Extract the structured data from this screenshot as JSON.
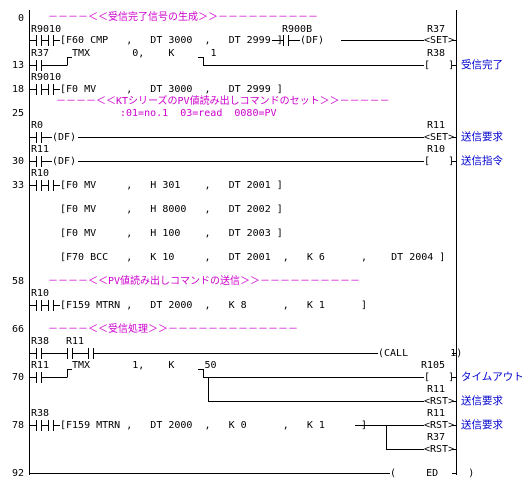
{
  "colors": {
    "comment": "#cc00cc",
    "label": "#0000cc",
    "line": "#000000",
    "background": "#ffffff"
  },
  "steps": [
    "0",
    "13",
    "18",
    "25",
    "30",
    "33",
    "58",
    "66",
    "70",
    "78",
    "92"
  ],
  "comments": {
    "c1": "－－－－＜＜受信完了信号の生成＞＞－－－－－－－－－－",
    "c2": "－－－－＜＜KTシリーズのPV値読み出しコマンドのセット＞＞－－－－－",
    "c2b": ":01=no.1  03=read  0080=PV",
    "c3": "－－－－＜＜PV値読み出しコマンドの送信＞＞－－－－－－－－－－",
    "c4": "－－－－＜＜受信処理＞＞－－－－－－－－－－－－－"
  },
  "contacts": {
    "r9010_a": "R9010",
    "r37_a": "R37",
    "r9010_b": "R9010",
    "r0": "R0",
    "r11_a": "R11",
    "r10_a": "R10",
    "r10_b": "R10",
    "r38_a": "R38",
    "r11_b": "R11",
    "r11_c": "R11",
    "r38_b": "R38",
    "r900b": "R900B"
  },
  "coils": {
    "r37": "R37",
    "set1": "<SET>",
    "r38": "R38",
    "coil_out": "[   ]",
    "r11": "R11",
    "set2": "<SET>",
    "r10": "R10",
    "coil_out2": "[   ]",
    "r105": "R105",
    "coil_out3": "[   ]",
    "r11_rst": "R11",
    "rst1": "<RST>",
    "r11_rst2": "R11",
    "rst2": "<RST>",
    "r37_rst": "R37",
    "rst3": "<RST>"
  },
  "instructions": {
    "cmp": "[F60 CMP   ,   DT 3000  ,   DT 2999 ]",
    "df1": "(DF)",
    "tmx1": "TMX       0,    K      1",
    "mv1": "[F0 MV     ,   DT 3000  ,   DT 2999 ]",
    "df2": "(DF)",
    "df3": "(DF)",
    "mv2": "[F0 MV     ,   H 301    ,   DT 2001 ]",
    "mv3": "[F0 MV     ,   H 8000   ,   DT 2002 ]",
    "mv4": "[F0 MV     ,   H 100    ,   DT 2003 ]",
    "bcc": "[F70 BCC   ,   K 10     ,   DT 2001  ,   K 6      ,    DT 2004 ]",
    "mtrn": "[F159 MTRN ,   DT 2000  ,   K 8      ,   K 1      ]",
    "call": "(CALL       1)",
    "tmx2": "TMX       1,    K     50",
    "mtrn2": "[F159 MTRN ,   DT 2000  ,   K 0      ,   K 1      ]",
    "ed": "(     ED     )"
  },
  "labels": {
    "recv_done": "受信完了",
    "send_req1": "送信要求",
    "send_cmd": "送信指令",
    "timeout": "タイムアウト",
    "send_req2": "送信要求",
    "send_req3": "送信要求"
  }
}
